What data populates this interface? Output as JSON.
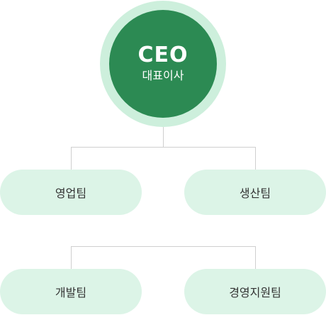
{
  "ceo": {
    "title": "CEO",
    "subtitle": "대표이사"
  },
  "teams": [
    {
      "label": "영업팀"
    },
    {
      "label": "생산팀"
    },
    {
      "label": "개발팀"
    },
    {
      "label": "경영지원팀"
    }
  ],
  "colors": {
    "ceo_fill": "#2c8a53",
    "ceo_ring": "#cdefdc",
    "team_fill": "#dcf4e7",
    "connector": "#cfcfcf",
    "team_text": "#333333"
  }
}
